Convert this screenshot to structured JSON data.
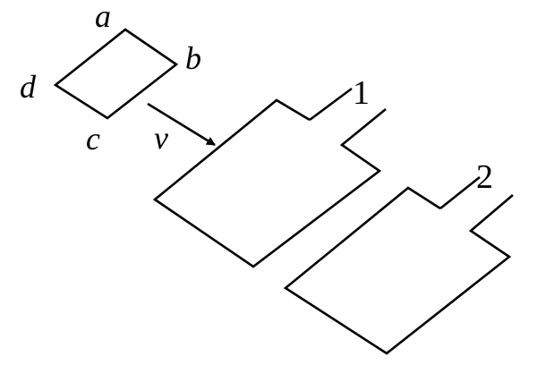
{
  "labels": {
    "a": "a",
    "b": "b",
    "c": "c",
    "d": "d",
    "velocity": "v",
    "coil1": "1",
    "coil2": "2"
  },
  "colors": {
    "stroke": "#000000",
    "background": "#ffffff"
  }
}
